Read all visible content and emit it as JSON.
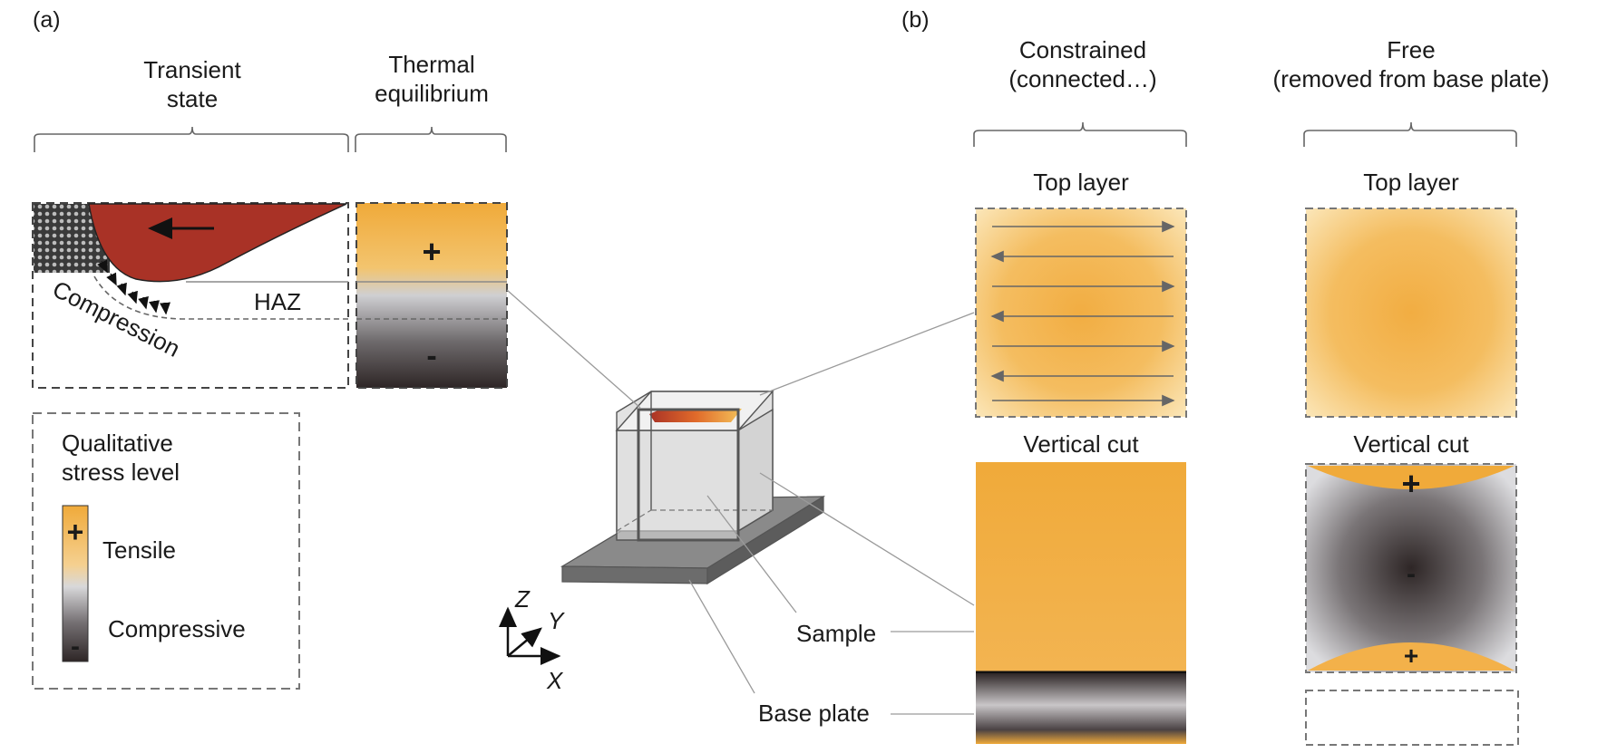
{
  "panel_a": {
    "letter": "(a)",
    "transient_title_1": "Transient",
    "transient_title_2": "state",
    "equilibrium_title_1": "Thermal",
    "equilibrium_title_2": "equilibrium",
    "haz_label": "HAZ",
    "compression_label": "Compression",
    "plus_sign": "+",
    "minus_sign": "-"
  },
  "legend": {
    "title_1": "Qualitative",
    "title_2": "stress level",
    "tensile": "Tensile",
    "compressive": "Compressive",
    "plus_sign": "+",
    "minus_sign": "-"
  },
  "center": {
    "axis_z": "Z",
    "axis_y": "Y",
    "axis_x": "X",
    "sample_label": "Sample",
    "base_plate_label": "Base plate"
  },
  "panel_b": {
    "letter": "(b)",
    "constrained_title_1": "Constrained",
    "constrained_title_2": "(connected…)",
    "free_title_1": "Free",
    "free_title_2": "(removed from base plate)",
    "top_layer_constrained": "Top layer",
    "top_layer_free": "Top layer",
    "vertical_cut_constrained": "Vertical cut",
    "vertical_cut_free": "Vertical cut",
    "free_plus_top": "+",
    "free_minus": "-",
    "free_plus_bottom": "+"
  },
  "colors": {
    "tensile": "#f0aa3a",
    "compressive": "#2e2626",
    "melt_pool": "#a93226",
    "frame": "#555555"
  }
}
